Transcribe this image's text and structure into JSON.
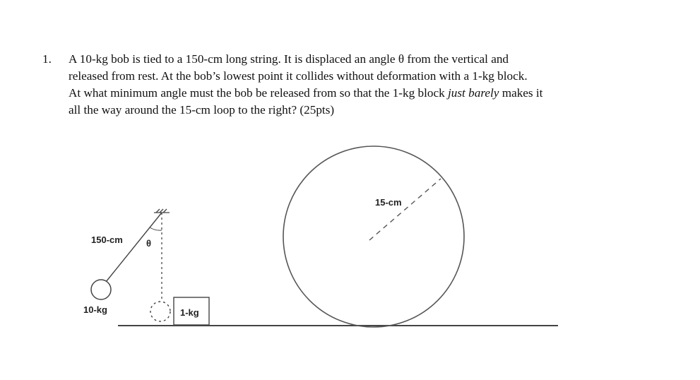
{
  "problem": {
    "number": "1.",
    "lines": {
      "l1": "A 10-kg bob is tied to a 150-cm long string.  It is displaced an angle θ from the vertical and",
      "l2": "released from rest.  At the bob’s lowest point it collides without deformation with a 1-kg block.",
      "l3_before": "At what minimum angle must the bob be released from so that the 1-kg block ",
      "l3_italic": "just barely",
      "l3_after": " makes it",
      "l4": "all the way around the 15-cm loop to the right? (25pts)"
    }
  },
  "diagram": {
    "string_label": "150-cm",
    "bob_label": "10-kg",
    "block_label": "1-kg",
    "radius_label": "15-cm",
    "angle_symbol": "θ"
  }
}
